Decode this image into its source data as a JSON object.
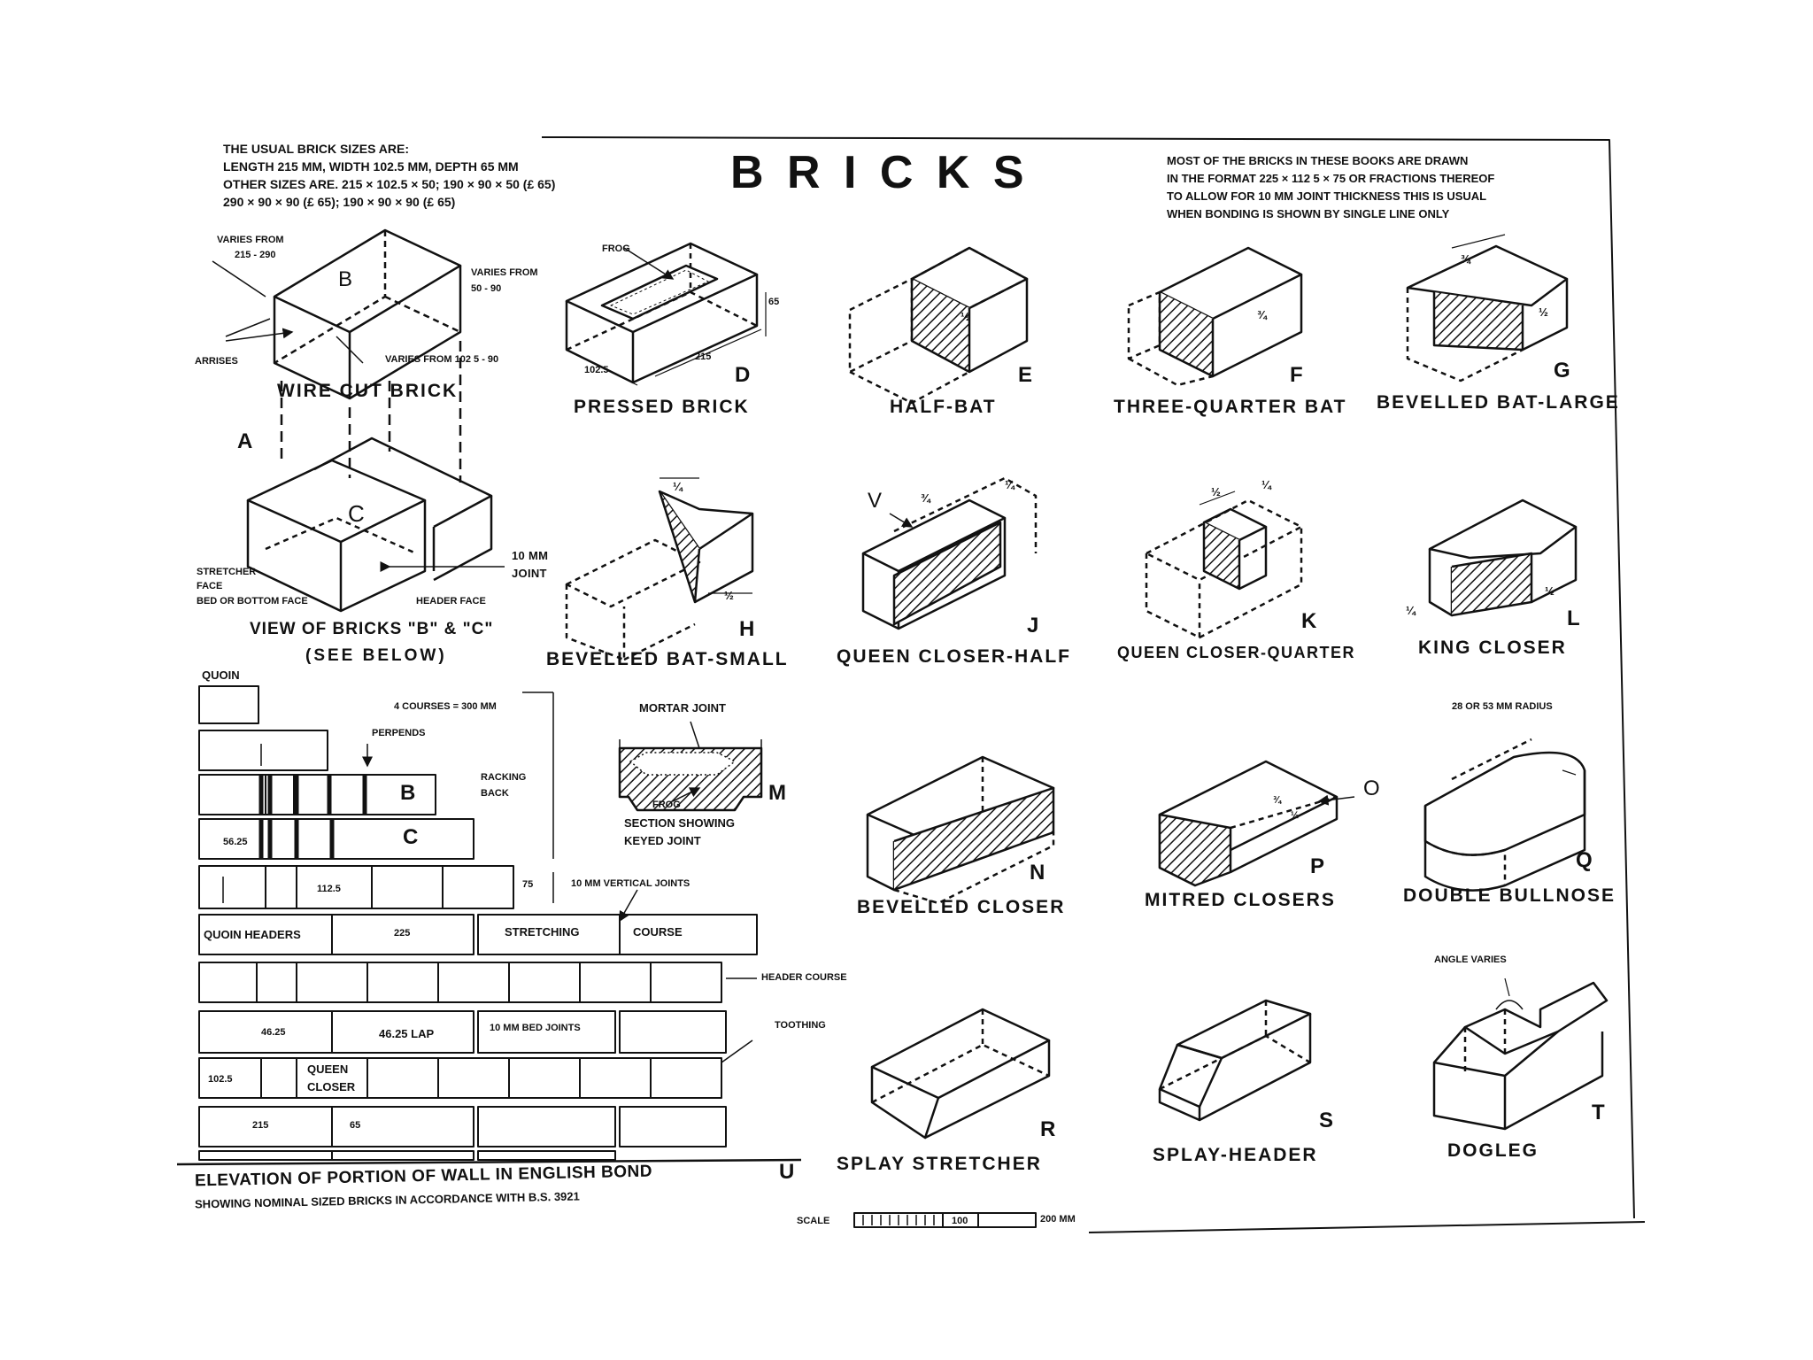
{
  "title": "B R I C K S",
  "notes": {
    "left": [
      "THE USUAL BRICK SIZES ARE:",
      "LENGTH 215 MM, WIDTH 102.5 MM, DEPTH 65 MM",
      "OTHER SIZES ARE. 215 × 102.5 × 50; 190 × 90 × 50 (£ 65)",
      "290 × 90 × 90 (£ 65); 190 × 90 × 90 (£ 65)"
    ],
    "right": [
      "MOST OF THE BRICKS IN THESE BOOKS ARE DRAWN",
      "IN THE FORMAT 225 × 112 5 × 75 OR FRACTIONS THEREOF",
      "TO ALLOW FOR 10 MM JOINT THICKNESS THIS IS USUAL",
      "WHEN BONDING IS SHOWN BY SINGLE LINE ONLY"
    ]
  },
  "figures": {
    "A": {
      "letter": "A",
      "caption": "WIRE CUT BRICK"
    },
    "view": {
      "caption1": "VIEW OF BRICKS \"B\" & \"C\"",
      "caption2": "(SEE BELOW)"
    },
    "D": {
      "letter": "D",
      "caption": "PRESSED BRICK"
    },
    "E": {
      "letter": "E",
      "caption": "HALF-BAT"
    },
    "F": {
      "letter": "F",
      "caption": "THREE-QUARTER BAT"
    },
    "G": {
      "letter": "G",
      "caption": "BEVELLED BAT-LARGE"
    },
    "H": {
      "letter": "H",
      "caption": "BEVELLED BAT-SMALL"
    },
    "J": {
      "letter": "J",
      "caption": "QUEEN CLOSER-HALF"
    },
    "K": {
      "letter": "K",
      "caption": "QUEEN CLOSER-QUARTER"
    },
    "L": {
      "letter": "L",
      "caption": "KING CLOSER"
    },
    "M": {
      "letter": "M",
      "caption1": "SECTION SHOWING",
      "caption2": "KEYED JOINT"
    },
    "N": {
      "letter": "N",
      "caption": "BEVELLED CLOSER"
    },
    "P": {
      "letter": "P",
      "caption": "MITRED CLOSERS"
    },
    "Q": {
      "letter": "Q",
      "caption": "DOUBLE BULLNOSE"
    },
    "R": {
      "letter": "R",
      "caption": "SPLAY STRETCHER"
    },
    "S": {
      "letter": "S",
      "caption": "SPLAY-HEADER"
    },
    "T": {
      "letter": "T",
      "caption": "DOGLEG"
    },
    "U": {
      "letter": "U",
      "caption1": "ELEVATION OF PORTION OF WALL IN ENGLISH BOND",
      "caption2": "SHOWING NOMINAL SIZED BRICKS IN ACCORDANCE WITH B.S. 3921"
    }
  },
  "labels": {
    "varies_215_290_a": "VARIES FROM",
    "varies_215_290_b": "215 - 290",
    "varies_50_90_a": "VARIES FROM",
    "varies_50_90_b": "50 - 90",
    "varies_1025_90": "VARIES FROM 102 5 - 90",
    "arrises": "ARRISES",
    "brick_b": "B",
    "brick_c": "C",
    "joint_a": "10 MM",
    "joint_b": "JOINT",
    "stretcher_face_a": "STRETCHER",
    "stretcher_face_b": "FACE",
    "bed_face": "BED OR BOTTOM FACE",
    "header_face": "HEADER FACE",
    "frog": "FROG",
    "dim_65": "65",
    "dim_215": "215",
    "dim_1025": "102.5",
    "half": "½",
    "three_quarter": "¾",
    "quarter": "¼",
    "v": "V",
    "o": "O",
    "mortar_joint": "MORTAR JOINT",
    "frog_m": "FROG",
    "radius": "28 OR 53 MM RADIUS",
    "angle_varies": "ANGLE VARIES",
    "quoin": "QUOIN",
    "four_courses": "4 COURSES = 300 MM",
    "perpends": "PERPENDS",
    "racking_a": "RACKING",
    "racking_b": "BACK",
    "wall_b": "B",
    "wall_c": "C",
    "d5625": "56.25",
    "d1125": "112.5",
    "d75": "75",
    "vertical_joints": "10 MM VERTICAL JOINTS",
    "quoin_headers": "QUOIN HEADERS",
    "d225": "225",
    "stretching": "STRETCHING",
    "course": "COURSE",
    "header_course": "HEADER COURSE",
    "d4625": "46.25",
    "lap": "46.25 LAP",
    "bed_joints": "10 MM BED JOINTS",
    "toothing": "TOOTHING",
    "d1025w": "102.5",
    "queen_a": "QUEEN",
    "queen_b": "CLOSER",
    "d215w": "215",
    "d65w": "65"
  },
  "scale": {
    "label": "SCALE",
    "mid": "100",
    "end": "200 MM"
  }
}
